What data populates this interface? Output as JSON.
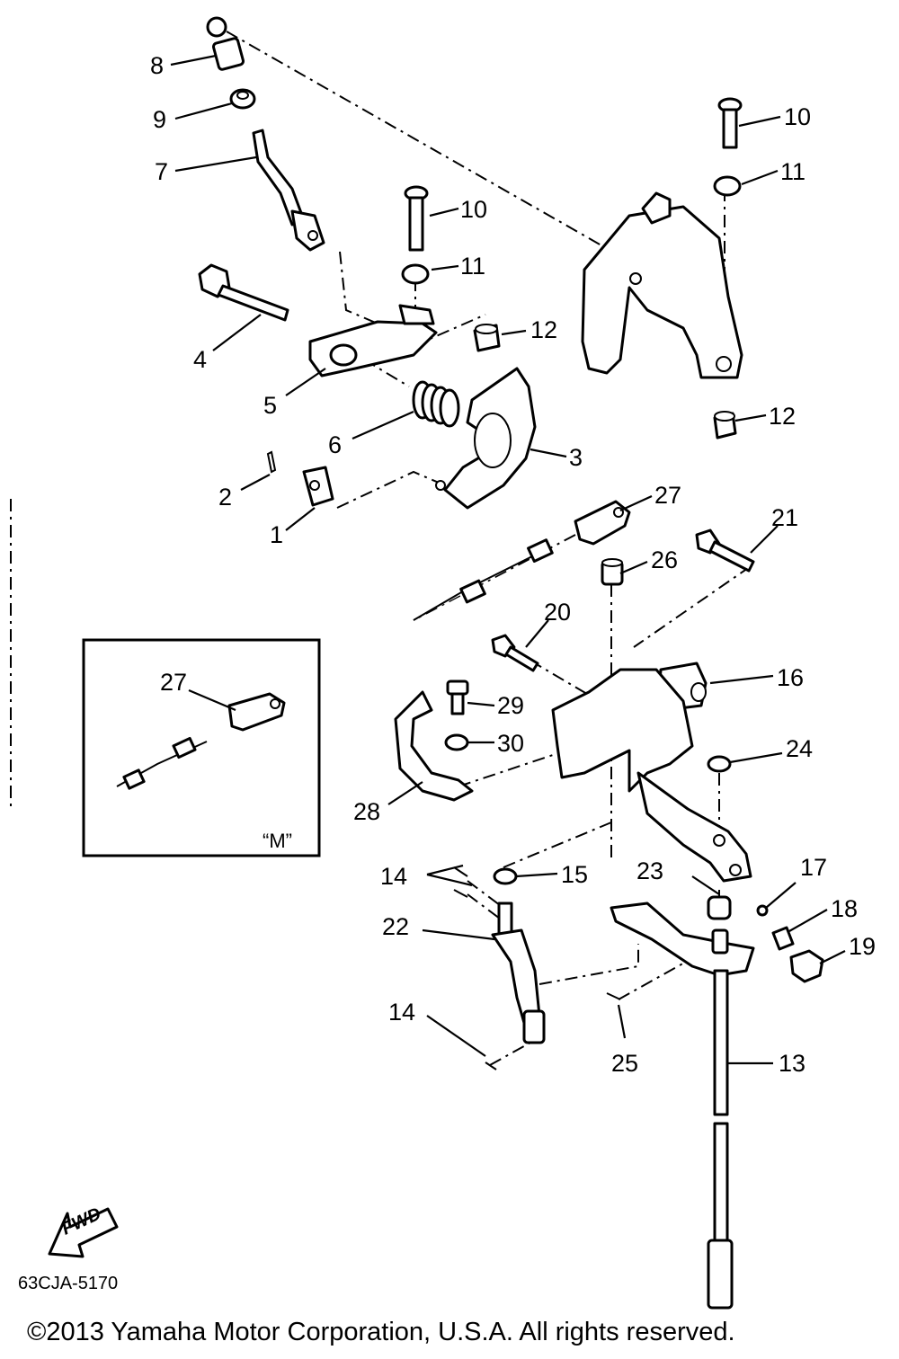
{
  "diagram": {
    "code": "63CJA-5170",
    "variant_label": "“M”",
    "fwd_label": "FWD",
    "copyright": "©2013 Yamaha Motor Corporation, U.S.A. All rights reserved."
  },
  "callouts": [
    {
      "id": "c8",
      "text": "8"
    },
    {
      "id": "c9",
      "text": "9"
    },
    {
      "id": "c7",
      "text": "7"
    },
    {
      "id": "c10a",
      "text": "10"
    },
    {
      "id": "c11a",
      "text": "11"
    },
    {
      "id": "c10b",
      "text": "10"
    },
    {
      "id": "c11b",
      "text": "11"
    },
    {
      "id": "c4",
      "text": "4"
    },
    {
      "id": "c12a",
      "text": "12"
    },
    {
      "id": "c5",
      "text": "5"
    },
    {
      "id": "c12b",
      "text": "12"
    },
    {
      "id": "c6",
      "text": "6"
    },
    {
      "id": "c3",
      "text": "3"
    },
    {
      "id": "c2",
      "text": "2"
    },
    {
      "id": "c1",
      "text": "1"
    },
    {
      "id": "c27a",
      "text": "27"
    },
    {
      "id": "c21",
      "text": "21"
    },
    {
      "id": "c26",
      "text": "26"
    },
    {
      "id": "c20",
      "text": "20"
    },
    {
      "id": "c27b",
      "text": "27"
    },
    {
      "id": "c16",
      "text": "16"
    },
    {
      "id": "c29",
      "text": "29"
    },
    {
      "id": "c30",
      "text": "30"
    },
    {
      "id": "c24",
      "text": "24"
    },
    {
      "id": "c28",
      "text": "28"
    },
    {
      "id": "c14a",
      "text": "14"
    },
    {
      "id": "c15",
      "text": "15"
    },
    {
      "id": "c23",
      "text": "23"
    },
    {
      "id": "c17",
      "text": "17"
    },
    {
      "id": "c18",
      "text": "18"
    },
    {
      "id": "c22",
      "text": "22"
    },
    {
      "id": "c19",
      "text": "19"
    },
    {
      "id": "c14b",
      "text": "14"
    },
    {
      "id": "c25",
      "text": "25"
    },
    {
      "id": "c13",
      "text": "13"
    }
  ]
}
